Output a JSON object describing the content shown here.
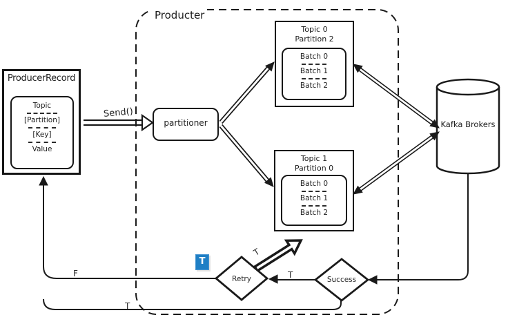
{
  "producer_record": {
    "title": "ProducerRecord",
    "fields": [
      "Topic",
      "[Partition]",
      "[Key]",
      "Value"
    ]
  },
  "send_arrow_label": "Send()",
  "producer_container": {
    "label": "Producter"
  },
  "partitioner": {
    "label": "partitioner"
  },
  "topic_box_top": {
    "title": "Topic 0",
    "subtitle": "Partition 2",
    "batches": [
      "Batch 0",
      "Batch 1",
      "Batch 2"
    ]
  },
  "topic_box_bottom": {
    "title": "Topic 1",
    "subtitle": "Partition 0",
    "batches": [
      "Batch 0",
      "Batch 1",
      "Batch 2"
    ]
  },
  "kafka": {
    "label": "Kafka Brokers"
  },
  "decisions": {
    "retry": "Retry",
    "success": "Success"
  },
  "edge_labels": {
    "retry_to_batch": "T",
    "success_to_retry": "T",
    "retry_to_record": "F",
    "success_to_record": "T"
  },
  "overlay": {
    "text_tool_letter": "T"
  },
  "colors": {
    "stroke": "#1a1a1a",
    "overlay_blue": "#1f7fc5"
  }
}
